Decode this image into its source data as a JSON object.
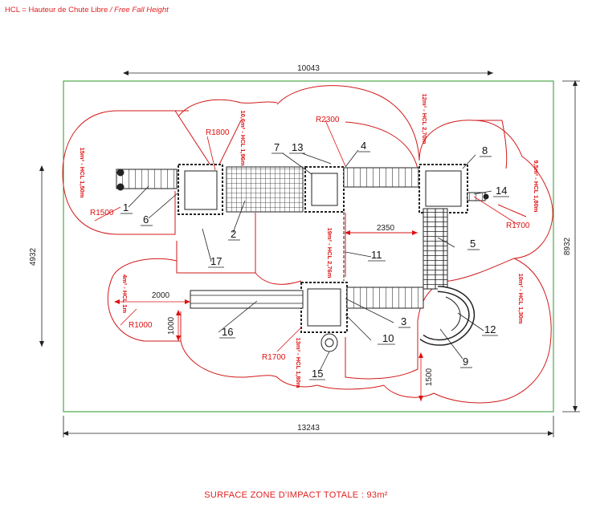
{
  "header": {
    "french": "HCL = Hauteur de Chute Libre",
    "english": "/ Free Fall Height"
  },
  "dimensions": {
    "top_width": "10043",
    "bottom_width": "13243",
    "left_height": "4932",
    "right_height": "8932",
    "inner_2350": "2350",
    "inner_2000": "2000",
    "inner_1000": "1000",
    "inner_1500": "1500"
  },
  "radii": {
    "r1500": "R1500",
    "r1800": "R1800",
    "r2300": "R2300",
    "r1700_right": "R1700",
    "r1000": "R1000",
    "r1700_bottom": "R1700"
  },
  "hcl_labels": {
    "left": "15m² - HCL 1,50m",
    "top_mid": "10,6m² - HCL 1,96m",
    "top": "12m² - HCL 2,70m",
    "right": "9,5m² - HCL 1,80m",
    "center": "19m² - HCL 2,76m",
    "lower_left": "4m² - HCL 1m",
    "lower_mid": "13m² - HCL 1,80m",
    "lower_right": "10m² - HCL 1,30m"
  },
  "component_numbers": [
    "1",
    "2",
    "3",
    "4",
    "5",
    "6",
    "7",
    "8",
    "9",
    "10",
    "11",
    "12",
    "13",
    "14",
    "15",
    "16",
    "17"
  ],
  "footer": "SURFACE ZONE D'IMPACT TOTALE : 93m²",
  "colors": {
    "zone": "#d11a1a",
    "boundary": "#2a9a2a",
    "structure": "#222222"
  }
}
